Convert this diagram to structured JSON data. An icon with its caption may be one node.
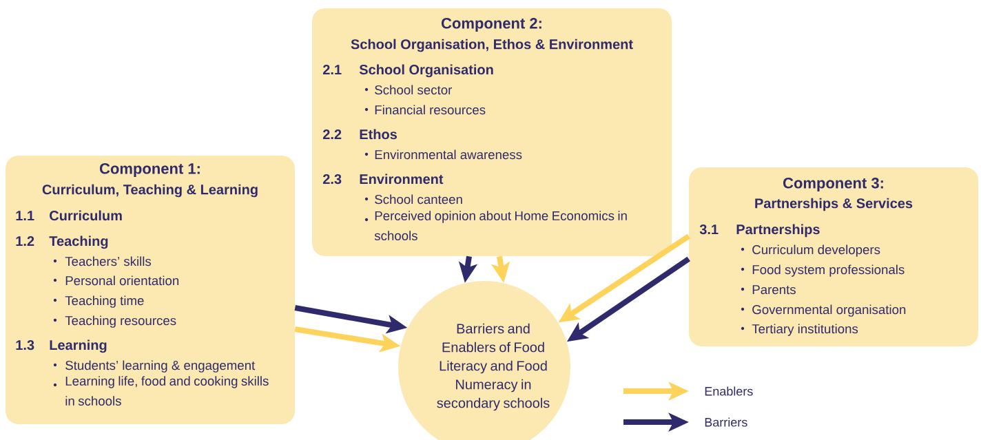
{
  "diagram": {
    "nodes": [
      {
        "text": [
          "Component 1:",
          "Curriculum, Teaching & Learning",
          "1.1",
          "Curriculum",
          "1.2",
          "Teaching",
          "Teachers’ skills",
          "Personal orientation",
          "Teaching time",
          "Teaching resources",
          "1.3",
          "Learning",
          "Students’ learning & engagement",
          "Learning life, food and cooking skills in schools"
        ]
      },
      {
        "text": [
          "Component 2:",
          "School Organisation, Ethos & Environment",
          "2.1",
          "School Organisation",
          "School sector",
          "Financial resources",
          "2.2",
          "Ethos",
          "Environmental awareness",
          "2.3",
          "Environment",
          "School canteen",
          "Perceived opinion about Home Economics in schools"
        ]
      },
      {
        "text": [
          "Component 3:",
          "Partnerships & Services",
          "3.1",
          "Partnerships",
          "Curriculum developers",
          "Food system professionals",
          "Parents",
          "Governmental organisation",
          "Tertiary institutions"
        ]
      },
      {
        "text": [
          "Barriers and Enablers of Food Literacy and Food Numeracy in secondary schools"
        ]
      }
    ],
    "edges": [
      {
        "from": 0,
        "to": 3,
        "arrow": "to",
        "color": "#2e2a6b"
      },
      {
        "from": 0,
        "to": 3,
        "arrow": "to",
        "color": "#fdd35c"
      },
      {
        "from": 1,
        "to": 3,
        "arrow": "to",
        "color": "#2e2a6b"
      },
      {
        "from": 1,
        "to": 3,
        "arrow": "to",
        "color": "#fdd35c"
      },
      {
        "from": 2,
        "to": 3,
        "arrow": "to",
        "color": "#fdd35c"
      },
      {
        "from": 2,
        "to": 3,
        "arrow": "to",
        "color": "#2e2a6b"
      }
    ],
    "legend": [
      {
        "text": "Enablers"
      },
      {
        "text": "Barriers"
      }
    ]
  }
}
